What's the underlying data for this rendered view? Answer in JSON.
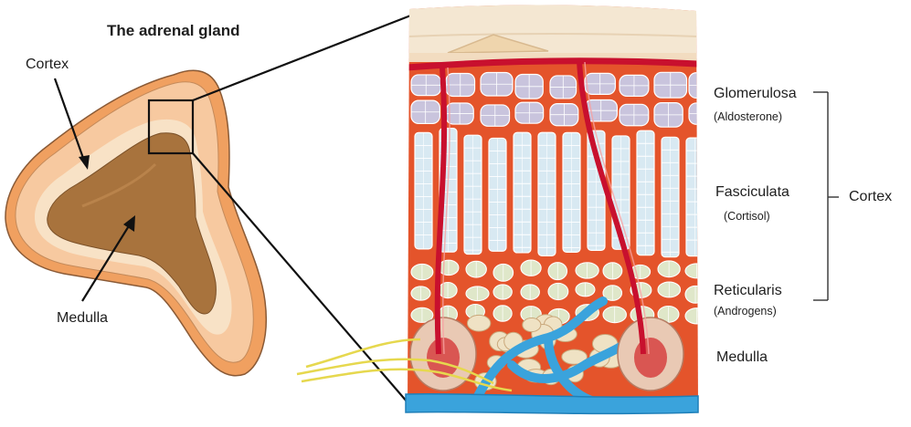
{
  "title": "The adrenal gland",
  "gland_labels": {
    "cortex": "Cortex",
    "medulla": "Medulla"
  },
  "zones": {
    "glomerulosa": {
      "name": "Glomerulosa",
      "hormone": "(Aldosterone)"
    },
    "fasciculata": {
      "name": "Fasciculata",
      "hormone": "(Cortisol)"
    },
    "reticularis": {
      "name": "Reticularis",
      "hormone": "(Androgens)"
    },
    "medulla": {
      "name": "Medulla"
    }
  },
  "cortex_bracket_label": "Cortex",
  "colors": {
    "capsule": "#f4e7d2",
    "cortex_outer": "#f7c9a0",
    "cortex_inner": "#e88b4a",
    "medulla": "#a8733d",
    "tissue_bg": "#e4542b",
    "glomerulosa_cells": "#c9c4dd",
    "fasciculata_cells": "#d8e9f2",
    "reticularis_cells": "#dfe7c9",
    "vessel_red": "#c8102e",
    "vein_blue": "#3aa3dc",
    "nerve": "#e6d84e"
  }
}
